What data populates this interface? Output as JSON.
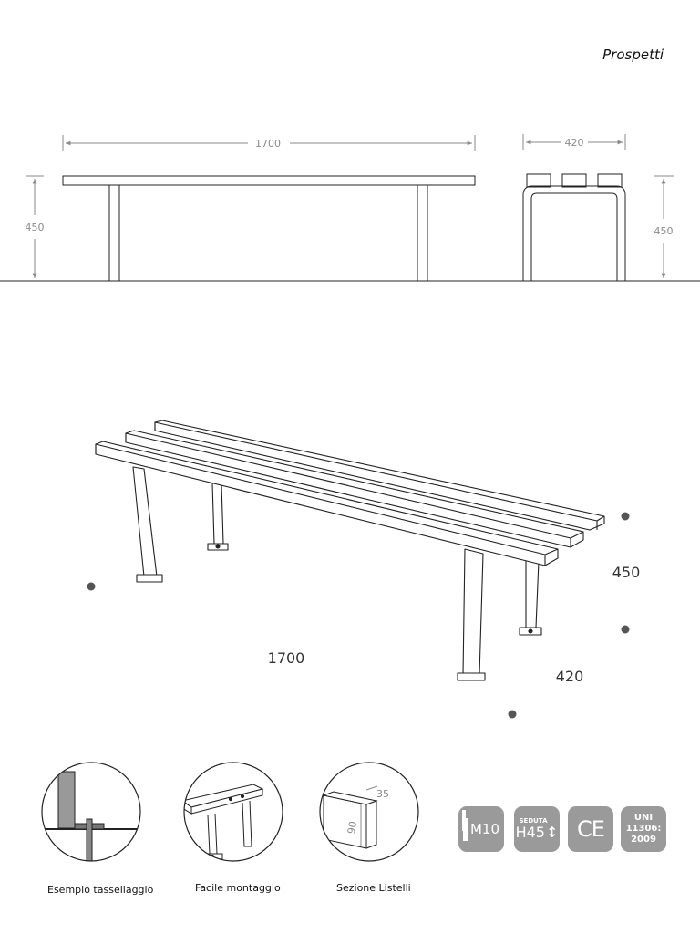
{
  "title": "Prospetti",
  "front_view": {
    "length": "1700",
    "height": "450"
  },
  "side_view": {
    "depth": "420",
    "height": "450"
  },
  "perspective": {
    "length": "1700",
    "height": "450",
    "depth": "420"
  },
  "details": [
    {
      "caption": "Esempio tassellaggio"
    },
    {
      "caption": "Facile montaggio"
    },
    {
      "caption": "Sezione Listelli",
      "slat_width": "35",
      "slat_height": "90"
    }
  ],
  "badges": [
    {
      "icon": "anchor-bolt-icon",
      "text": "M10"
    },
    {
      "small": "SEDUTA",
      "text": "H45",
      "icon": "height-arrow-icon"
    },
    {
      "text": "CE"
    },
    {
      "lines": [
        "UNI",
        "11306:",
        "2009"
      ]
    }
  ],
  "colors": {
    "line": "#222222",
    "dimension": "#8a8a8a",
    "badge": "#9a9a9a",
    "post": "#999999"
  }
}
